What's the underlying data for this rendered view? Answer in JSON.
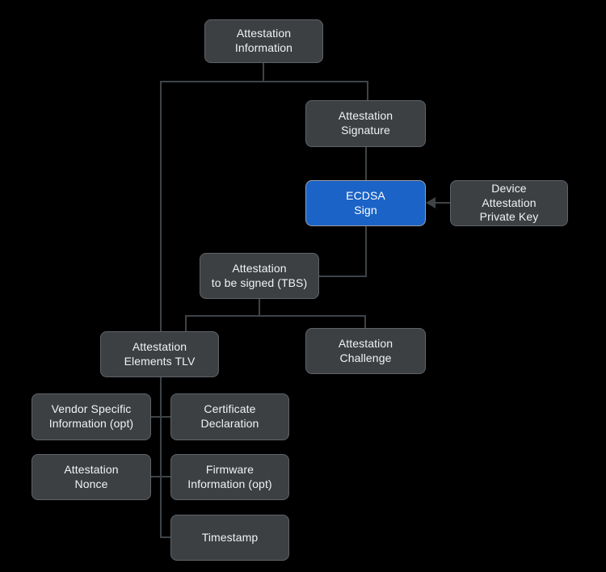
{
  "nodes": {
    "attestation_information": {
      "label": "Attestation\nInformation"
    },
    "attestation_signature": {
      "label": "Attestation\nSignature"
    },
    "ecdsa_sign": {
      "label": "ECDSA\nSign"
    },
    "device_attestation_private_key": {
      "label": "Device\nAttestation\nPrivate Key"
    },
    "attestation_tbs": {
      "label": "Attestation\nto be signed (TBS)"
    },
    "attestation_elements_tlv": {
      "label": "Attestation\nElements TLV"
    },
    "attestation_challenge": {
      "label": "Attestation\nChallenge"
    },
    "vendor_specific_information": {
      "label": "Vendor Specific\nInformation (opt)"
    },
    "certificate_declaration": {
      "label": "Certificate\nDeclaration"
    },
    "attestation_nonce": {
      "label": "Attestation\nNonce"
    },
    "firmware_information": {
      "label": "Firmware\nInformation (opt)"
    },
    "timestamp": {
      "label": "Timestamp"
    }
  },
  "colors": {
    "background": "#000000",
    "node_fill": "#3c4043",
    "node_border": "#5f6368",
    "node_text": "#f1f3f4",
    "highlight_fill": "#1b63c6",
    "highlight_border": "#9aa0a6",
    "highlight_text": "#ffffff",
    "connector": "#3e4347"
  }
}
